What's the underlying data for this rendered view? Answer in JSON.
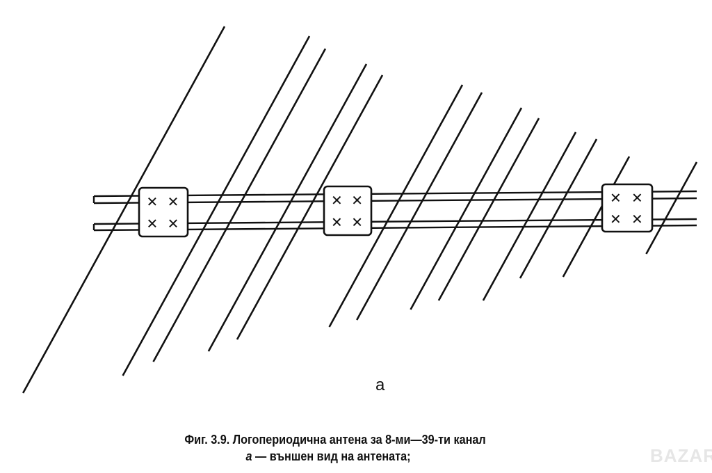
{
  "figure": {
    "panel_label": "a",
    "caption_line1": "Фиг. 3.9. Логопериодична антена за 8-ми—39-ти канал",
    "caption_line2_label": "a",
    "caption_line2_text": " — външен вид на антената;",
    "watermark": "BAZAR"
  }
}
